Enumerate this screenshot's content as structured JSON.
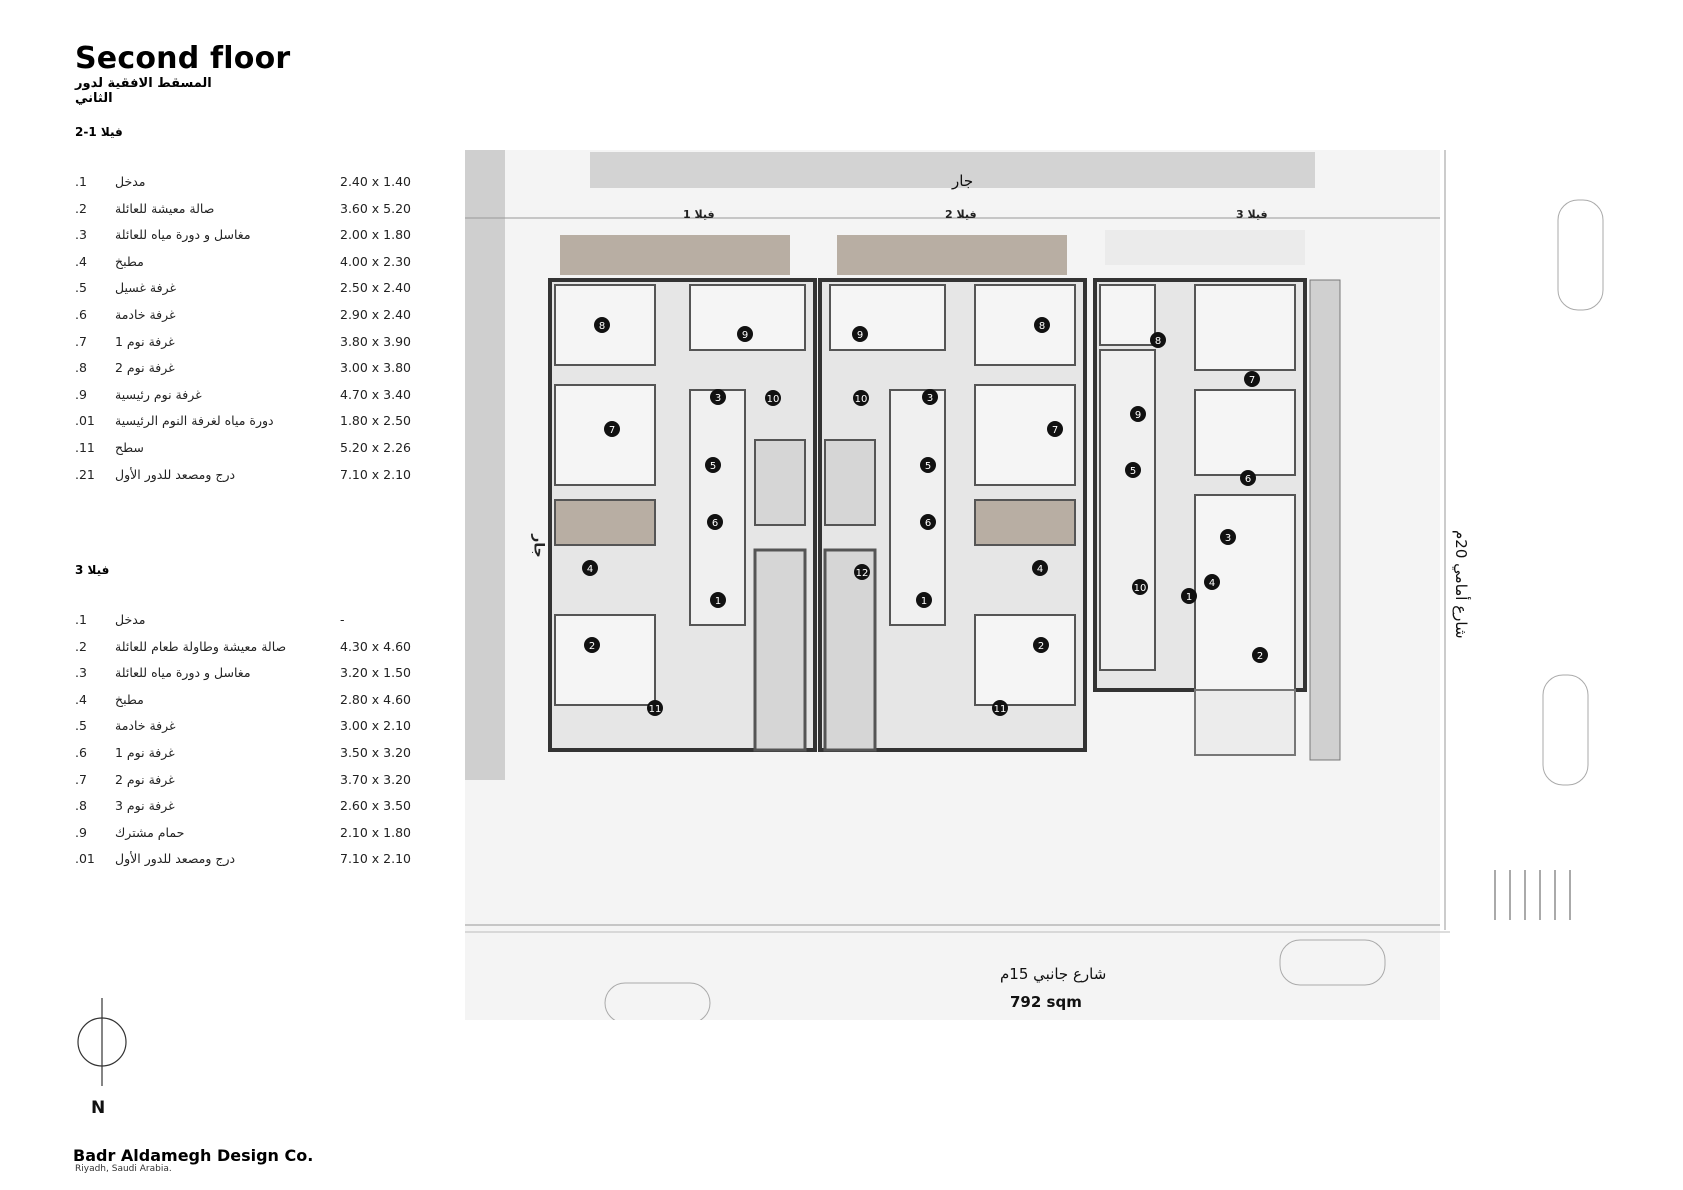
{
  "title": "Second floor",
  "subtitle": "المسقط الافقية لدور الثاني",
  "section1": {
    "heading": "فيلا 1-2",
    "rows": [
      {
        "num": ".1",
        "name": "مدخل",
        "dim": "2.40 x 1.40"
      },
      {
        "num": ".2",
        "name": "صالة معيشة للعائلة",
        "dim": "3.60 x 5.20"
      },
      {
        "num": ".3",
        "name": "مغاسل و دورة مياه للعائلة",
        "dim": "2.00 x 1.80"
      },
      {
        "num": ".4",
        "name": "مطبخ",
        "dim": "4.00 x 2.30"
      },
      {
        "num": ".5",
        "name": "غرفة غسيل",
        "dim": "2.50 x 2.40"
      },
      {
        "num": ".6",
        "name": "غرفة خادمة",
        "dim": "2.90 x  2.40"
      },
      {
        "num": ".7",
        "name": "غرفة نوم 1",
        "dim": "3.80 x 3.90"
      },
      {
        "num": ".8",
        "name": "غرفة نوم 2",
        "dim": "3.00 x 3.80"
      },
      {
        "num": ".9",
        "name": "غرفة نوم رئيسية",
        "dim": "4.70 x 3.40"
      },
      {
        "num": ".01",
        "name": "دورة مياه لغرفة النوم الرئيسية",
        "dim": "1.80 x 2.50"
      },
      {
        "num": ".11",
        "name": "سطح",
        "dim": "5.20 x 2.26"
      },
      {
        "num": ".21",
        "name": "درج ومصعد للدور الأول",
        "dim": "7.10 x 2.10"
      }
    ]
  },
  "section2": {
    "heading": "فيلا 3",
    "rows": [
      {
        "num": ".1",
        "name": "مدخل",
        "dim": "-"
      },
      {
        "num": ".2",
        "name": "صالة معيشة وطاولة طعام للعائلة",
        "dim": "4.30 x 4.60"
      },
      {
        "num": ".3",
        "name": "مغاسل و دورة مياه للعائلة",
        "dim": "3.20 x 1.50"
      },
      {
        "num": ".4",
        "name": "مطبخ",
        "dim": "2.80 x 4.60"
      },
      {
        "num": ".5",
        "name": "غرفة خادمة",
        "dim": "3.00 x 2.10"
      },
      {
        "num": ".6",
        "name": "غرفة نوم 1",
        "dim": "3.50 x 3.20"
      },
      {
        "num": ".7",
        "name": "غرفة نوم 2",
        "dim": "3.70 x 3.20"
      },
      {
        "num": ".8",
        "name": "غرفة نوم 3",
        "dim": "2.60 x 3.50"
      },
      {
        "num": ".9",
        "name": "حمام مشترك",
        "dim": "2.10 x 1.80"
      },
      {
        "num": ".01",
        "name": "درج ومصعد للدور الأول",
        "dim": "7.10 x 2.10"
      }
    ]
  },
  "plan": {
    "neighbor": "جار",
    "villa1": "فيلا 1",
    "villa2": "فيلا 2",
    "villa3": "فيلا 3",
    "side_neighbor": "جار",
    "street_side": "شارع أمامي 20م",
    "street_bottom": "شارع جانبي 15م",
    "area": "792 sqm"
  },
  "north_label": "N",
  "company": "Badr Aldamegh Design Co.",
  "company_location": "Riyadh, Saudi Arabia.",
  "colors": {
    "wall": "#3a3a3a",
    "floor": "#e6e6e6",
    "light": "#f2f2f2",
    "deck": "#b8aea3",
    "marker": "#111111"
  }
}
